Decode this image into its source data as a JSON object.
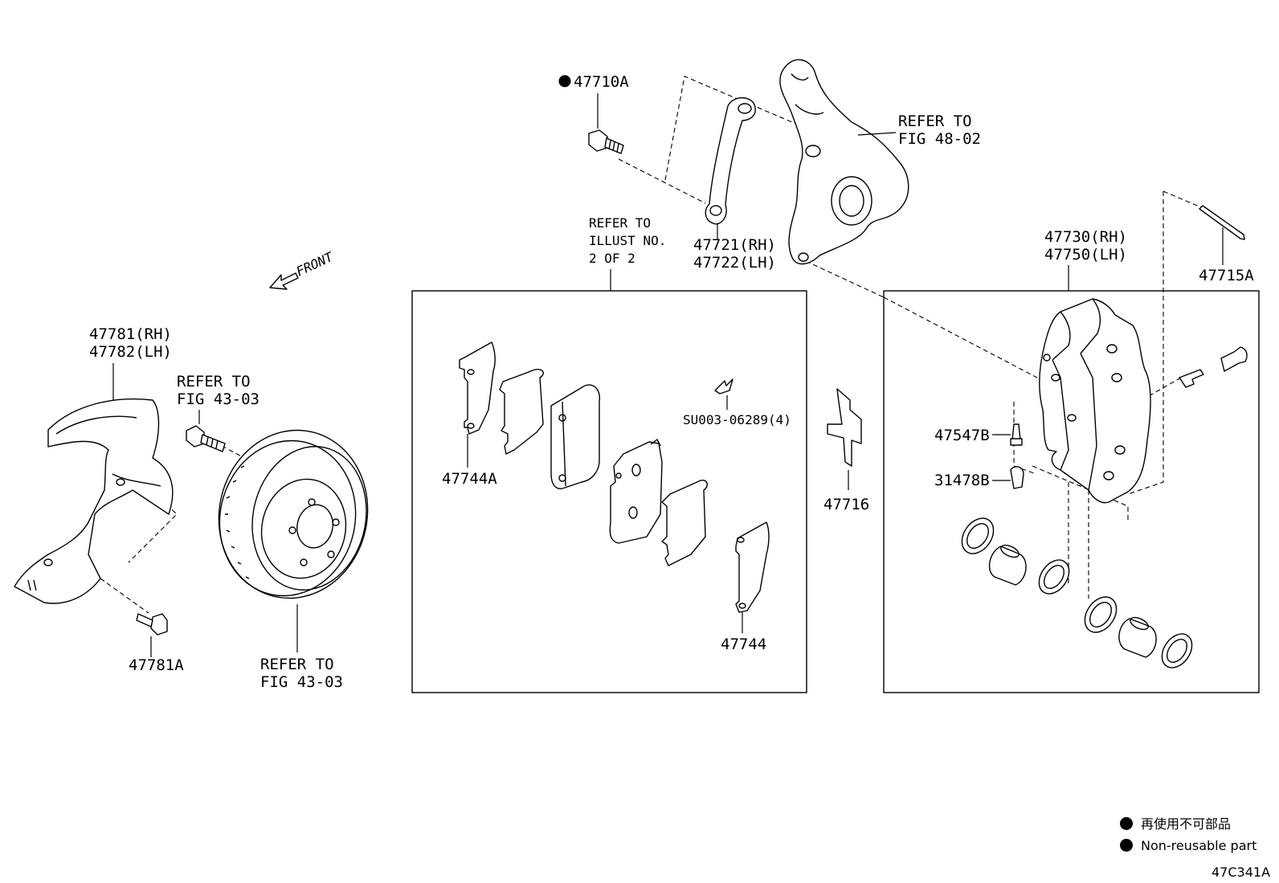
{
  "labels": {
    "bolt_47710a": "47710A",
    "refer_48_02_l1": "REFER TO",
    "refer_48_02_l2": "FIG 48-02",
    "mount_rh": "47721(RH)",
    "mount_lh": "47722(LH)",
    "refer_illust_l1": "REFER TO",
    "refer_illust_l2": "ILLUST NO.",
    "refer_illust_l3": "2 OF 2",
    "caliper_rh": "47730(RH)",
    "caliper_lh": "47750(LH)",
    "pin_47715a": "47715A",
    "front": "FRONT",
    "cover_rh": "47781(RH)",
    "cover_lh": "47782(LH)",
    "refer_43_03a_l1": "REFER TO",
    "refer_43_03a_l2": "FIG 43-03",
    "shim_47744a": "47744A",
    "su003": "SU003-06289(4)",
    "spring_47716": "47716",
    "bleeder_47547b": "47547B",
    "cap_31478b": "31478B",
    "shim_47744": "47744",
    "bolt_47781a": "47781A",
    "refer_43_03b_l1": "REFER TO",
    "refer_43_03b_l2": "FIG 43-03"
  },
  "legend": {
    "japanese": "再使用不可部品",
    "english": "Non-reusable part"
  },
  "figure_code": "47C341A",
  "colors": {
    "ink": "#000000",
    "paper": "#ffffff"
  }
}
